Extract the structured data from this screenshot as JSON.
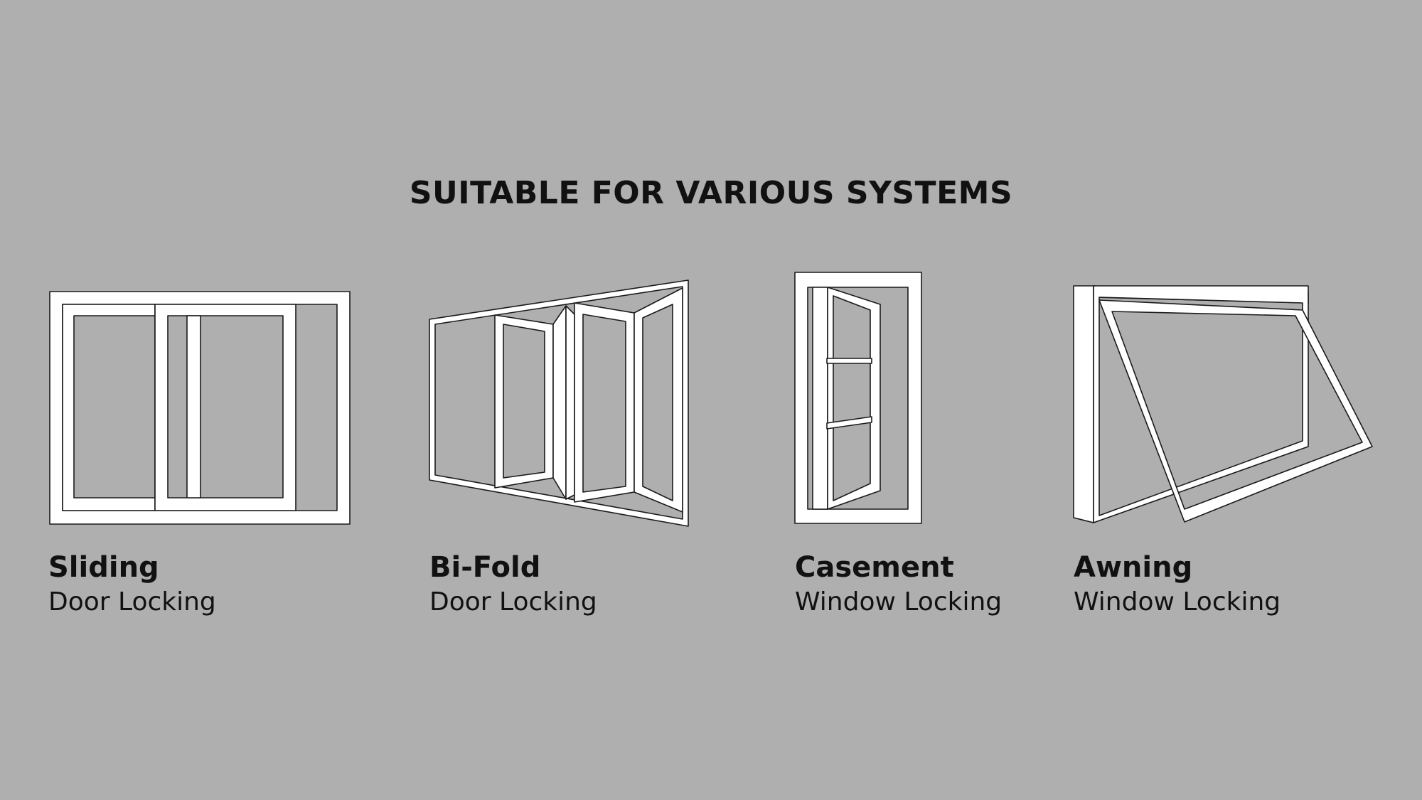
{
  "title": "SUITABLE FOR VARIOUS SYSTEMS",
  "systems": [
    {
      "name": "Sliding",
      "type": "Door Locking",
      "icon": "sliding-door-icon"
    },
    {
      "name": "Bi-Fold",
      "type": "Door Locking",
      "icon": "bifold-door-icon"
    },
    {
      "name": "Casement",
      "type": "Window Locking",
      "icon": "casement-window-icon"
    },
    {
      "name": "Awning",
      "type": "Window Locking",
      "icon": "awning-window-icon"
    }
  ],
  "colors": {
    "background": "#afafaf",
    "frame": "#ffffff",
    "outline": "#1a1a1a",
    "text": "#111111"
  }
}
